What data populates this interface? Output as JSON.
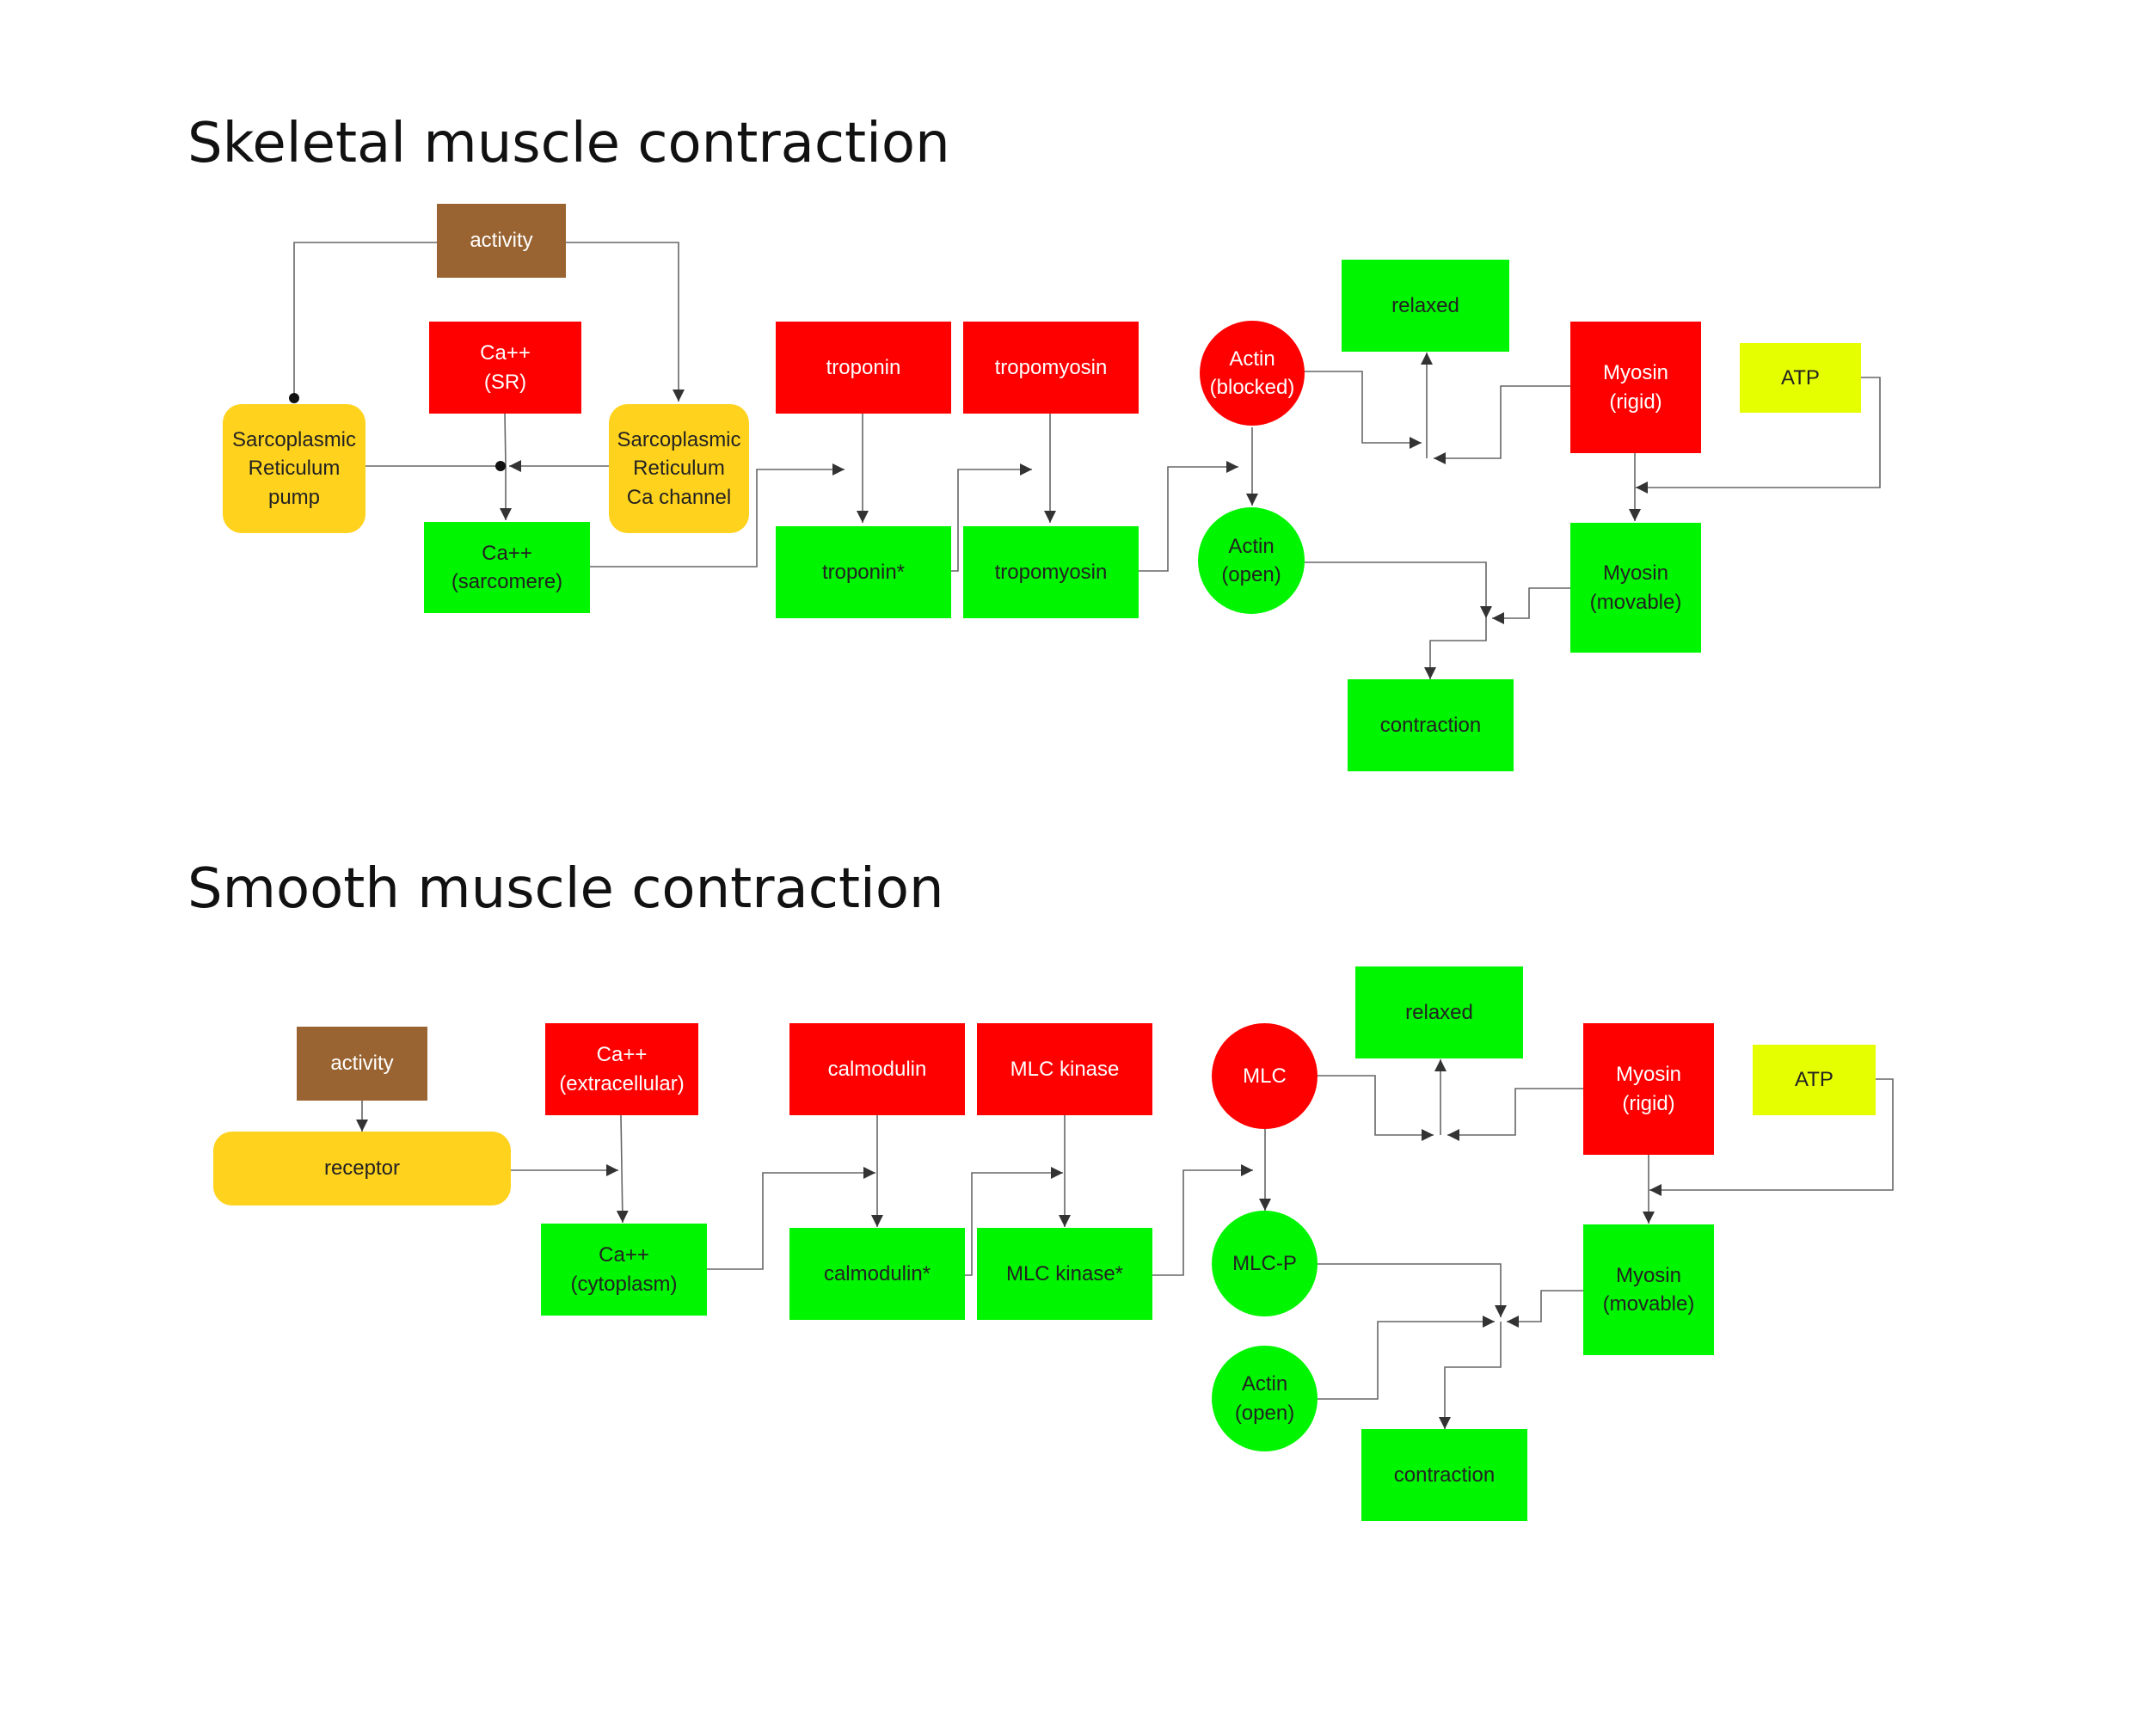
{
  "colors": {
    "activity": "#9A6432",
    "inactive": "#FF0000",
    "active": "#00F500",
    "channel": "#FFD21E",
    "atp": "#E6FF00",
    "wire": "#555555"
  },
  "skeletal": {
    "title": "Skeletal muscle contraction",
    "nodes": {
      "activity": "activity",
      "ca_sr": "Ca++\n(SR)",
      "sr_pump": "Sarcoplasmic\nReticulum\npump",
      "sr_channel": "Sarcoplasmic\nReticulum\nCa channel",
      "ca_sarcomere": "Ca++\n(sarcomere)",
      "troponin": "troponin",
      "troponin_active": "troponin*",
      "tropomyosin": "tropomyosin",
      "tropomyosin_active": "tropomyosin",
      "actin_blocked": "Actin\n(blocked)",
      "actin_open": "Actin\n(open)",
      "relaxed": "relaxed",
      "myosin_rigid": "Myosin\n(rigid)",
      "myosin_movable": "Myosin\n(movable)",
      "atp": "ATP",
      "contraction": "contraction"
    }
  },
  "smooth": {
    "title": "Smooth muscle contraction",
    "nodes": {
      "activity": "activity",
      "receptor": "receptor",
      "ca_extracellular": "Ca++\n(extracellular)",
      "ca_cytoplasm": "Ca++\n(cytoplasm)",
      "calmodulin": "calmodulin",
      "calmodulin_active": "calmodulin*",
      "mlc_kinase": "MLC kinase",
      "mlc_kinase_active": "MLC kinase*",
      "mlc": "MLC",
      "mlc_p": "MLC-P",
      "actin_open": "Actin\n(open)",
      "relaxed": "relaxed",
      "myosin_rigid": "Myosin\n(rigid)",
      "myosin_movable": "Myosin\n(movable)",
      "atp": "ATP",
      "contraction": "contraction"
    }
  }
}
